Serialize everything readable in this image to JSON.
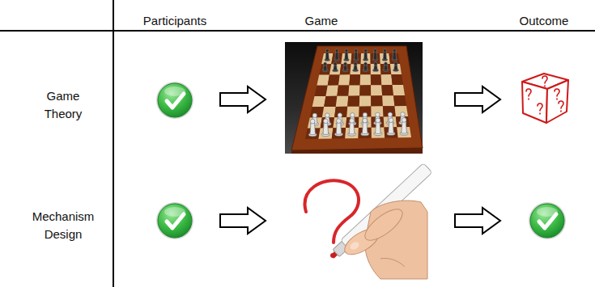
{
  "diagram": {
    "labels": [
      "Participants",
      "Game",
      "Outcome",
      "Game Theory",
      "Mechanism Design"
    ]
  }
}
